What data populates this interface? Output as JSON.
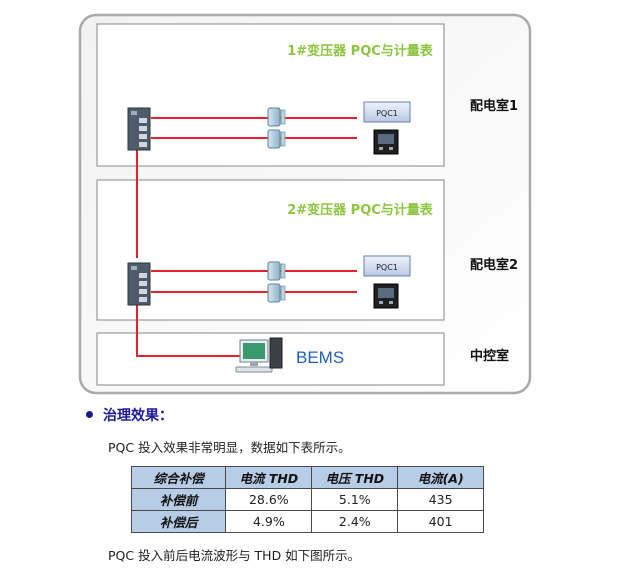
{
  "diagram": {
    "rooms": [
      {
        "transformer_label": "1#变压器 PQC与计量表",
        "room_label": "配电室1"
      },
      {
        "transformer_label": "2#变压器 PQC与计量表",
        "room_label": "配电室2"
      },
      {
        "room_label": "中控室"
      }
    ],
    "pqc_label": "PQC1",
    "bems_label": "BEMS",
    "colors": {
      "line": "#e8202a",
      "title_green": "#8cc63f",
      "bems_blue": "#1f5fbf",
      "frame": "#a9a9a9"
    }
  },
  "section": {
    "heading": "治理效果：",
    "intro": "PQC 投入效果非常明显，数据如下表所示。",
    "outro": "PQC 投入前后电流波形与 THD 如下图所示。"
  },
  "table": {
    "headers": [
      "综合补偿",
      "电流 THD",
      "电压 THD",
      "电流(A)"
    ],
    "rows": [
      {
        "label": "补偿前",
        "cells": [
          "28.6%",
          "5.1%",
          "435"
        ]
      },
      {
        "label": "补偿后",
        "cells": [
          "4.9%",
          "2.4%",
          "401"
        ]
      }
    ]
  }
}
